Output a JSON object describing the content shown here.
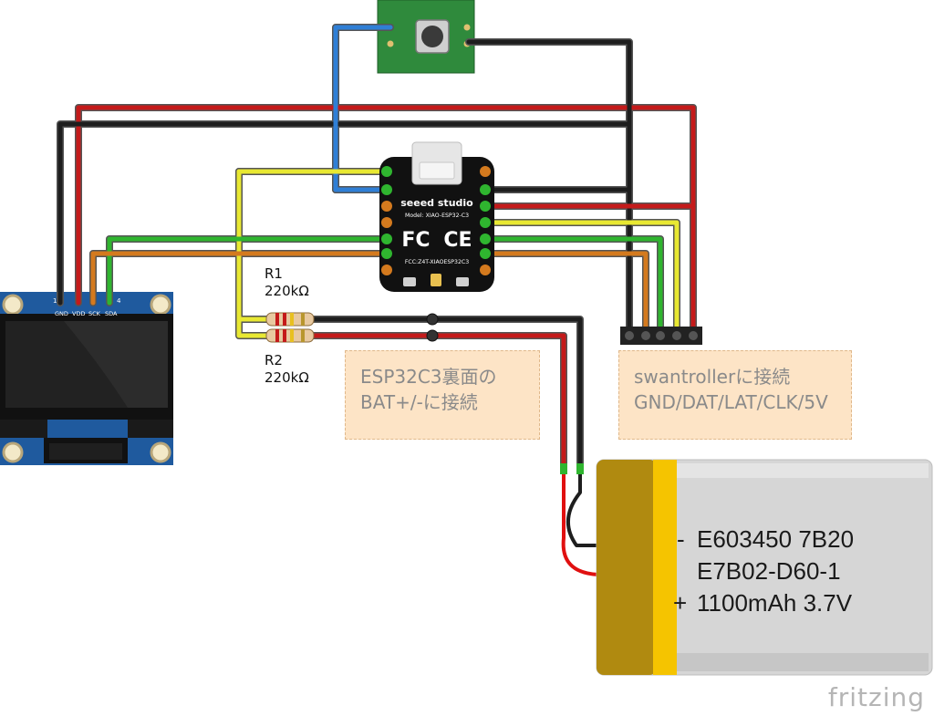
{
  "oled": {
    "pin_labels": [
      "GND",
      "VDD",
      "SCK",
      "SDA"
    ],
    "pin_number_left": "1",
    "pin_number_right": "4"
  },
  "xiao": {
    "brand": "seeed studio",
    "model": "Model: XIAO-ESP32-C3",
    "fcc_mark": "FC",
    "ce_mark": "CE",
    "fcc_id": "FCC:Z4T-XIAOESP32C3"
  },
  "resistors": [
    {
      "name": "R1",
      "value": "220kΩ"
    },
    {
      "name": "R2",
      "value": "220kΩ"
    }
  ],
  "notes": [
    {
      "lines": [
        "ESP32C3裏面の",
        "BAT+/-に接続"
      ]
    },
    {
      "lines": [
        "swantrollerに接続",
        "GND/DAT/LAT/CLK/5V"
      ]
    }
  ],
  "battery": {
    "minus_sign": "-",
    "plus_sign": "+",
    "line1": "E603450 7B20",
    "line2": "E7B02-D60-1",
    "line3": "1100mAh 3.7V"
  },
  "watermark": "fritzing",
  "colors": {
    "wire_red": "#c41a1a",
    "wire_black": "#1e1e1e",
    "wire_blue": "#2f7fd6",
    "wire_yellow": "#e8e832",
    "wire_green": "#2fb52f",
    "wire_orange": "#d47a1e",
    "pcb_green": "#2f8a3c",
    "oled_blue": "#1f5a9e",
    "note_bg": "#fde4c6"
  }
}
